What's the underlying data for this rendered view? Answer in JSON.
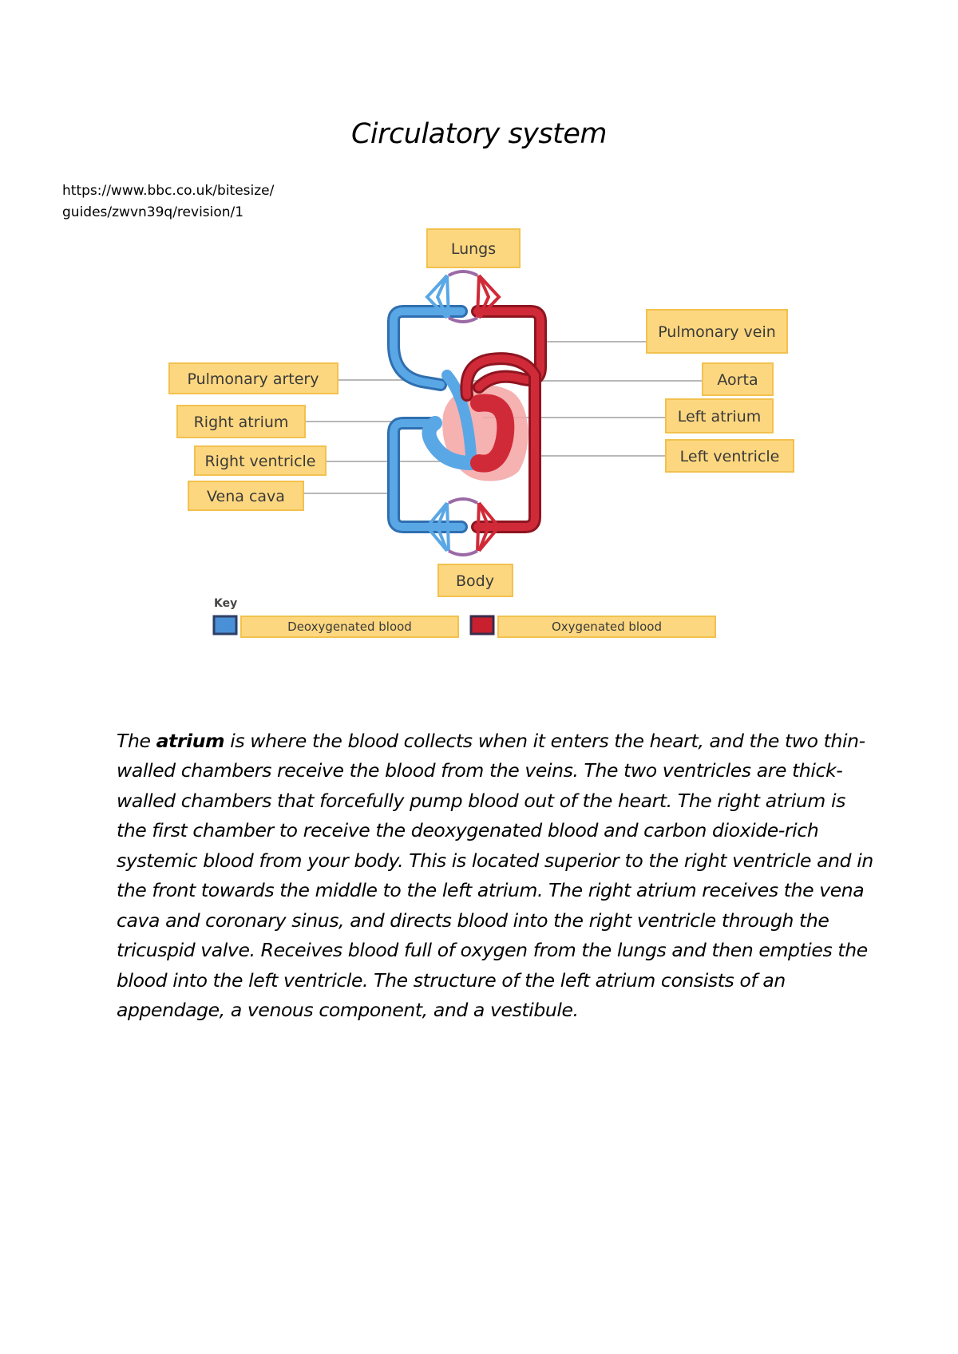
{
  "document": {
    "title": "Circulatory system",
    "url_line1": "https://www.bbc.co.uk/bitesize/",
    "url_line2": "guides/zwvn39q/revision/1"
  },
  "diagram": {
    "labels": {
      "lungs": "Lungs",
      "body": "Body",
      "pulmonary_vein": "Pulmonary vein",
      "pulmonary_artery": "Pulmonary artery",
      "aorta": "Aorta",
      "right_atrium": "Right atrium",
      "left_atrium": "Left atrium",
      "right_ventricle": "Right ventricle",
      "left_ventricle": "Left ventricle",
      "vena_cava": "Vena cava"
    },
    "key": {
      "title": "Key",
      "deoxygenated": "Deoxygenated blood",
      "oxygenated": "Oxygenated blood"
    },
    "colors": {
      "deoxygenated": "#4a90d6",
      "oxygenated": "#c8202e",
      "label_fill": "#fdd77f",
      "label_border": "#f2c14e",
      "heart_outline": "#f08a8a"
    }
  },
  "paragraph": {
    "pre": "The ",
    "bold": "atrium",
    "post": " is where the blood collects when it enters the heart, and the two thin-walled chambers receive the blood from the veins. The two ventricles are thick-walled chambers that forcefully pump blood out of the heart. The right atrium is the first chamber to receive the deoxygenated blood and carbon dioxide-rich systemic blood from your body. This is located superior to the right ventricle and in the front towards the middle to the left atrium. The right atrium receives the vena cava and coronary sinus, and directs blood into the right ventricle through the tricuspid valve. Receives blood full of oxygen from the lungs and then empties the blood into the left ventricle. The structure of the left atrium consists of an appendage, a venous component, and a vestibule."
  }
}
